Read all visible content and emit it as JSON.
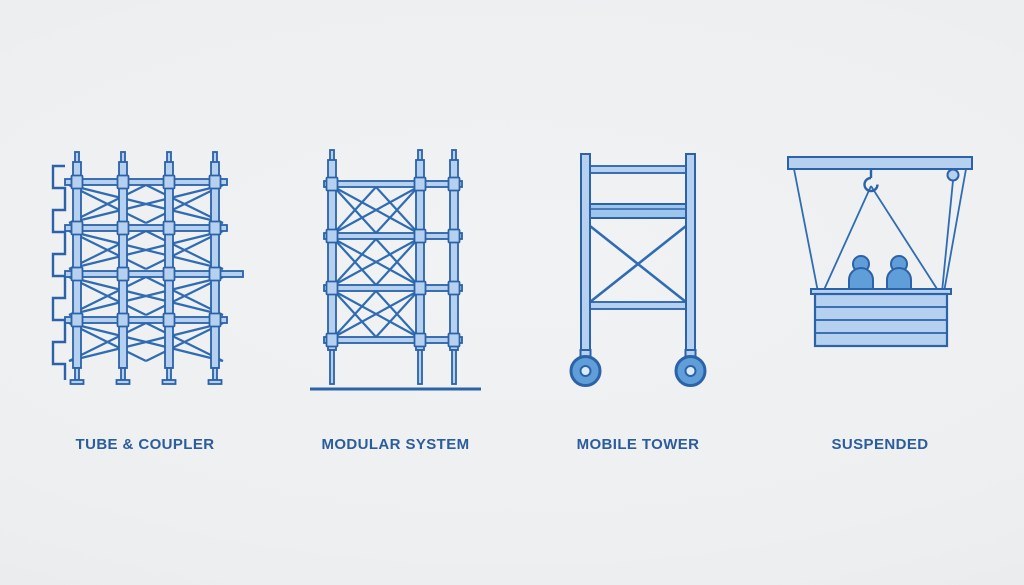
{
  "figures": [
    {
      "id": "tube-coupler",
      "label": "TUBE & COUPLER"
    },
    {
      "id": "modular-system",
      "label": "MODULAR SYSTEM"
    },
    {
      "id": "mobile-tower",
      "label": "MOBILE TOWER"
    },
    {
      "id": "suspended",
      "label": "SUSPENDED"
    }
  ],
  "illustrations": [
    {
      "name": "tube-coupler-illustration"
    },
    {
      "name": "modular-system-illustration"
    },
    {
      "name": "mobile-tower-illustration"
    },
    {
      "name": "suspended-illustration"
    }
  ],
  "colors": {
    "background": "#eef0f1",
    "line": "#2b62a8",
    "fill_light": "#b5d1ef",
    "fill_medium": "#5f9ed8",
    "hub_fill": "#ddeafa",
    "label_text": "#2b5c9c"
  }
}
